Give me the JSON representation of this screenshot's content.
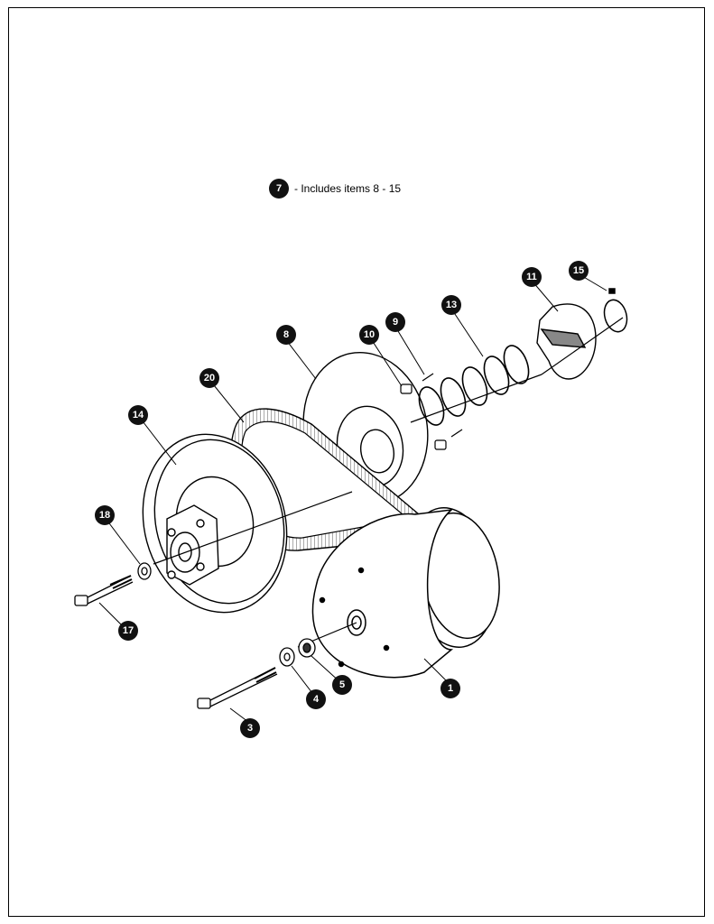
{
  "legend": {
    "badge": "7",
    "text": "- Includes items 8 - 15"
  },
  "callouts": [
    {
      "id": "c1",
      "label": "1"
    },
    {
      "id": "c3",
      "label": "3"
    },
    {
      "id": "c4",
      "label": "4"
    },
    {
      "id": "c5",
      "label": "5"
    },
    {
      "id": "c8",
      "label": "8"
    },
    {
      "id": "c9",
      "label": "9"
    },
    {
      "id": "c10",
      "label": "10"
    },
    {
      "id": "c11",
      "label": "11"
    },
    {
      "id": "c13",
      "label": "13"
    },
    {
      "id": "c14",
      "label": "14"
    },
    {
      "id": "c15",
      "label": "15"
    },
    {
      "id": "c17",
      "label": "17"
    },
    {
      "id": "c18",
      "label": "18"
    },
    {
      "id": "c20",
      "label": "20"
    }
  ],
  "colors": {
    "badge_fill": "#111111",
    "line": "#000000",
    "belt": "#bdbdbd"
  }
}
